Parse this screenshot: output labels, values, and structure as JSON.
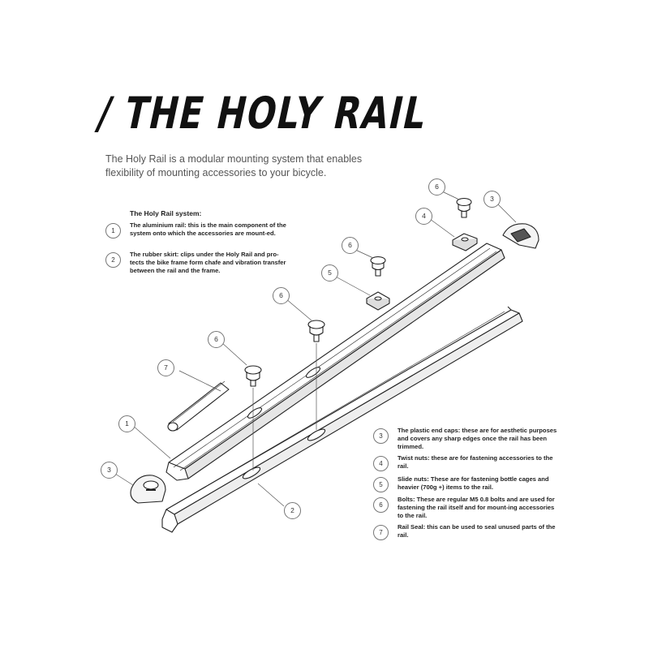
{
  "title": "/ THE HOLY RAIL",
  "subtitle": "The Holy Rail is a modular mounting system that enables flexibility of mounting accessories to your bicycle.",
  "legend_left": {
    "heading": "The Holy Rail system:",
    "items": [
      {
        "num": "1",
        "text": "The aluminium rail: this is the main component of the system onto which the accessories are mount-ed."
      },
      {
        "num": "2",
        "text": "The rubber skirt: clips under the Holy Rail and pro-tects the bike frame form chafe and vibration transfer between the rail and the frame."
      }
    ]
  },
  "legend_right": {
    "items": [
      {
        "num": "3",
        "text": "The plastic end caps: these are for aesthetic purposes and covers any sharp edges once the rail has been trimmed."
      },
      {
        "num": "4",
        "text": "Twist nuts: these are for fastening accessories to the rail."
      },
      {
        "num": "5",
        "text": "Slide nuts: These are for fastening bottle cages and heavier (700g +) items to the rail."
      },
      {
        "num": "6",
        "text": "Bolts: These are regular M5 0.8 bolts and are used for fastening the rail itself and for mount-ing accessories to the rail."
      },
      {
        "num": "7",
        "text": "Rail Seal: this can be used to seal unused parts of the rail."
      }
    ]
  },
  "callouts": {
    "c6a": "6",
    "c3a": "3",
    "c4": "4",
    "c6b": "6",
    "c5": "5",
    "c6c": "6",
    "c6d": "6",
    "c7": "7",
    "c1": "1",
    "c3b": "3",
    "c2": "2"
  }
}
